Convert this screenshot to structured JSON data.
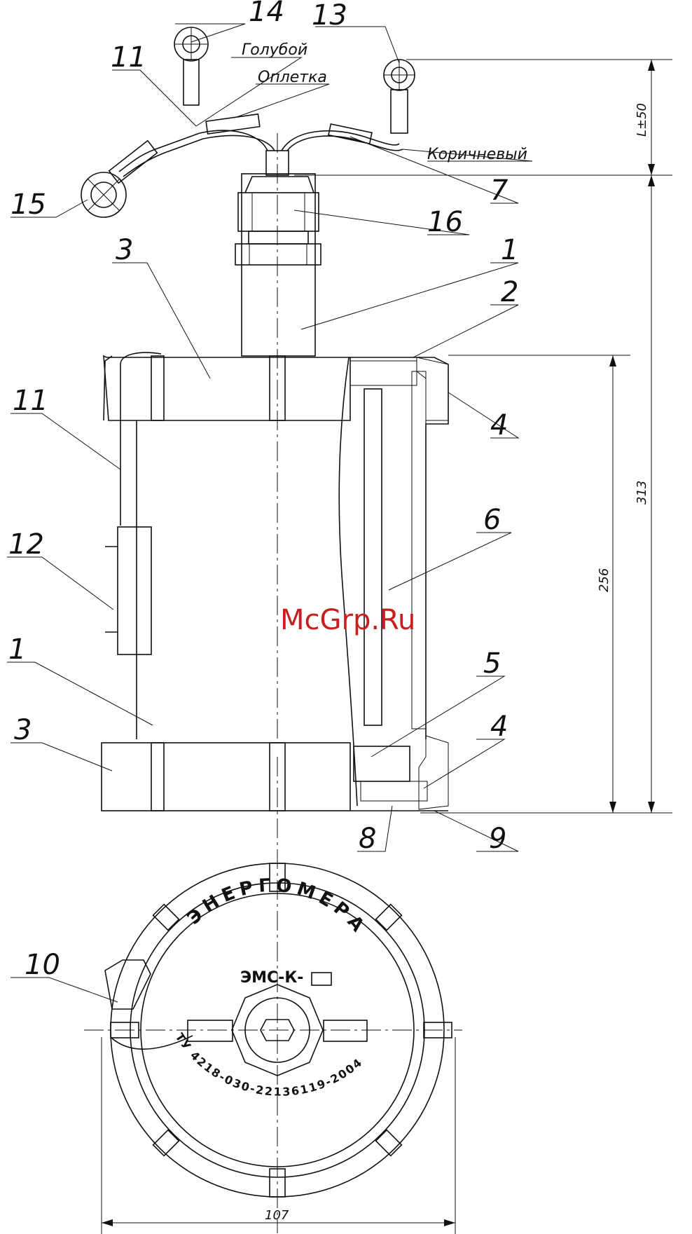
{
  "callouts": {
    "n1_top": "1",
    "n2": "2",
    "n3_top": "3",
    "n4_top": "4",
    "n5": "5",
    "n6": "6",
    "n7": "7",
    "n8": "8",
    "n9": "9",
    "n10": "10",
    "n11_top": "11",
    "n11_side": "11",
    "n12": "12",
    "n13": "13",
    "n14": "14",
    "n15": "15",
    "n16": "16",
    "n1_bottom": "1",
    "n3_bottom": "3",
    "n4_bottom": "4"
  },
  "wire_labels": {
    "blue": "Голубой",
    "braid": "Оплетка",
    "brown": "Коричневый"
  },
  "dimensions": {
    "d_cable": "L±50",
    "d_total": "313",
    "d_body": "256",
    "d_diameter": "107"
  },
  "plate": {
    "brand": "ЭНЕРГОМЕРА",
    "model": "ЭМС-К-",
    "spec": "ТУ 4218-030-22136119-2004"
  },
  "watermark": "McGrp.Ru"
}
